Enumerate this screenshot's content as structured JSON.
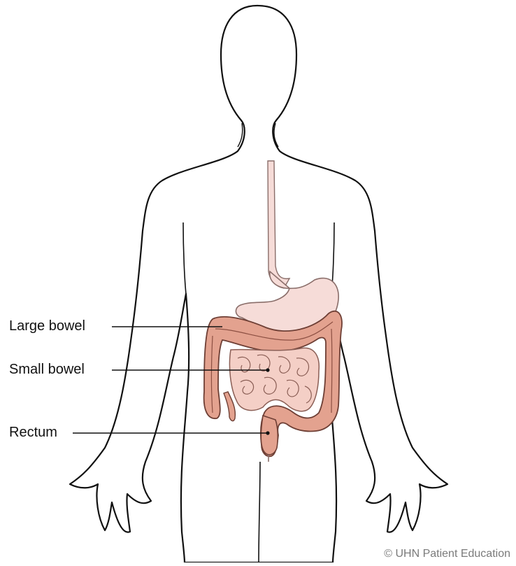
{
  "labels": {
    "large_bowel": "Large bowel",
    "small_bowel": "Small bowel",
    "rectum": "Rectum"
  },
  "credit": "© UHN Patient Education",
  "colors": {
    "outline": "#111111",
    "stomach_fill": "#f6dcd8",
    "bowel_fill": "#e3a28f",
    "bowel_dark": "#b86f5f",
    "small_bowel_fill": "#f4cfc6"
  }
}
